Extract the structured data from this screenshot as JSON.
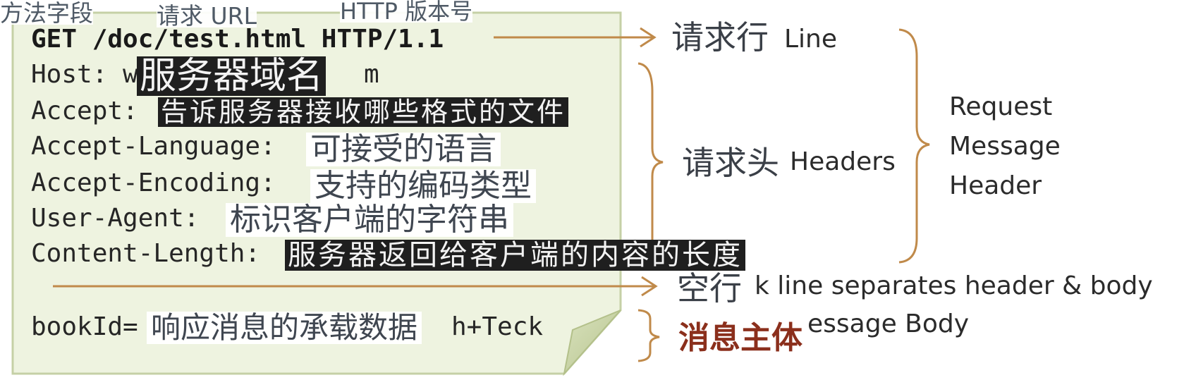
{
  "labels": {
    "method": "方法字段",
    "url": "请求 URL",
    "version": "HTTP 版本号"
  },
  "request_lines": {
    "request_line": "GET /doc/test.html HTTP/1.1",
    "host": "Host: w",
    "host_end": "m",
    "accept": "Accept:",
    "accept_language": "Accept-Language:",
    "accept_encoding": "Accept-Encoding:",
    "user_agent": "User-Agent:",
    "content_length": "Content-Length:",
    "body_prefix": "bookId=",
    "body_suffix": "h+Teck"
  },
  "annotations": {
    "host": "服务器域名",
    "accept": "告诉服务器接收哪些格式的文件",
    "accept_language": "可接受的语言",
    "accept_encoding": "支持的编码类型",
    "user_agent": "标识客户端的字符串",
    "content_length": "服务器返回给客户端的内容的长度",
    "body": "响应消息的承载数据"
  },
  "right_side": {
    "request_line_zh": "请求行",
    "request_line_en": "Line",
    "headers_zh": "请求头",
    "headers_en": "Headers",
    "blank_zh": "空行",
    "blank_en": "k line separates header & body",
    "body_zh": "消息主体",
    "body_en": "essage Body",
    "request_message_header": [
      "Request",
      "Message",
      "Header"
    ]
  },
  "colors": {
    "note_fill": "#eef3e0",
    "note_border": "#bfcca0",
    "arrow": "#c08a4a"
  }
}
